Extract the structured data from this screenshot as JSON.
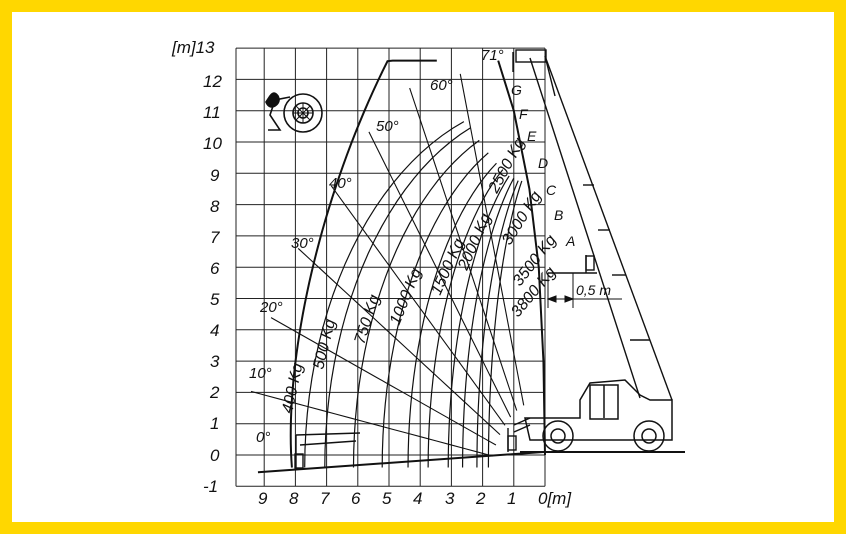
{
  "frame": {
    "border_color": "#FFD700"
  },
  "axes": {
    "y_label": "[m]13",
    "x_label": "0[m]",
    "y_ticks": [
      "12",
      "11",
      "10",
      "9",
      "8",
      "7",
      "6",
      "5",
      "4",
      "3",
      "2",
      "1",
      "0",
      "-1"
    ],
    "x_ticks": [
      "9",
      "8",
      "7",
      "6",
      "5",
      "4",
      "3",
      "2",
      "1"
    ]
  },
  "angles": [
    "0°",
    "10°",
    "20°",
    "30°",
    "40°",
    "50°",
    "60°",
    "71°"
  ],
  "load_curves": [
    "400 Kg",
    "500 Kg",
    "750 Kg",
    "1000 Kg",
    "1500 Kg",
    "2000 Kg",
    "2500 Kg",
    "3000 Kg",
    "3500 Kg",
    "3800 Kg"
  ],
  "extension_zones": [
    "A",
    "B",
    "C",
    "D",
    "E",
    "F",
    "G"
  ],
  "fork_offset": "0,5  m",
  "icons": [
    "tyre-icon",
    "telehandler-icon"
  ]
}
